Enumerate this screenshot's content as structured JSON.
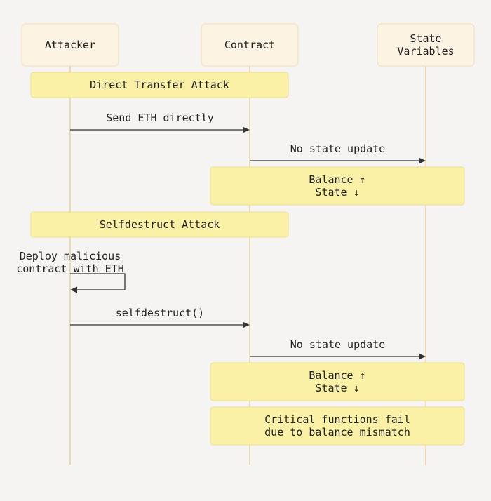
{
  "participants": [
    {
      "id": "attacker",
      "label": [
        "Attacker"
      ]
    },
    {
      "id": "contract",
      "label": [
        "Contract"
      ]
    },
    {
      "id": "state",
      "label": [
        "State",
        "Variables"
      ]
    }
  ],
  "steps": [
    {
      "type": "section",
      "text": [
        "Direct Transfer Attack"
      ]
    },
    {
      "type": "message",
      "from": "attacker",
      "to": "contract",
      "text": [
        "Send ETH directly"
      ]
    },
    {
      "type": "message",
      "from": "contract",
      "to": "state",
      "text": [
        "No state update"
      ]
    },
    {
      "type": "note",
      "text": [
        "Balance ↑",
        "State ↓"
      ]
    },
    {
      "type": "section",
      "text": [
        "Selfdestruct Attack"
      ]
    },
    {
      "type": "self",
      "actor": "attacker",
      "text": [
        "Deploy malicious",
        "contract with ETH"
      ]
    },
    {
      "type": "message",
      "from": "attacker",
      "to": "contract",
      "text": [
        "selfdestruct()"
      ]
    },
    {
      "type": "message",
      "from": "contract",
      "to": "state",
      "text": [
        "No state update"
      ]
    },
    {
      "type": "note",
      "text": [
        "Balance ↑",
        "State ↓"
      ]
    },
    {
      "type": "note",
      "text": [
        "Critical functions fail",
        "due to balance mismatch"
      ]
    }
  ],
  "colors": {
    "background": "#f5f4f3",
    "actor_fill": "#fdf3e3",
    "note_fill": "#fbf1a6",
    "lifeline": "#f0d8b0",
    "arrow": "#333333"
  }
}
